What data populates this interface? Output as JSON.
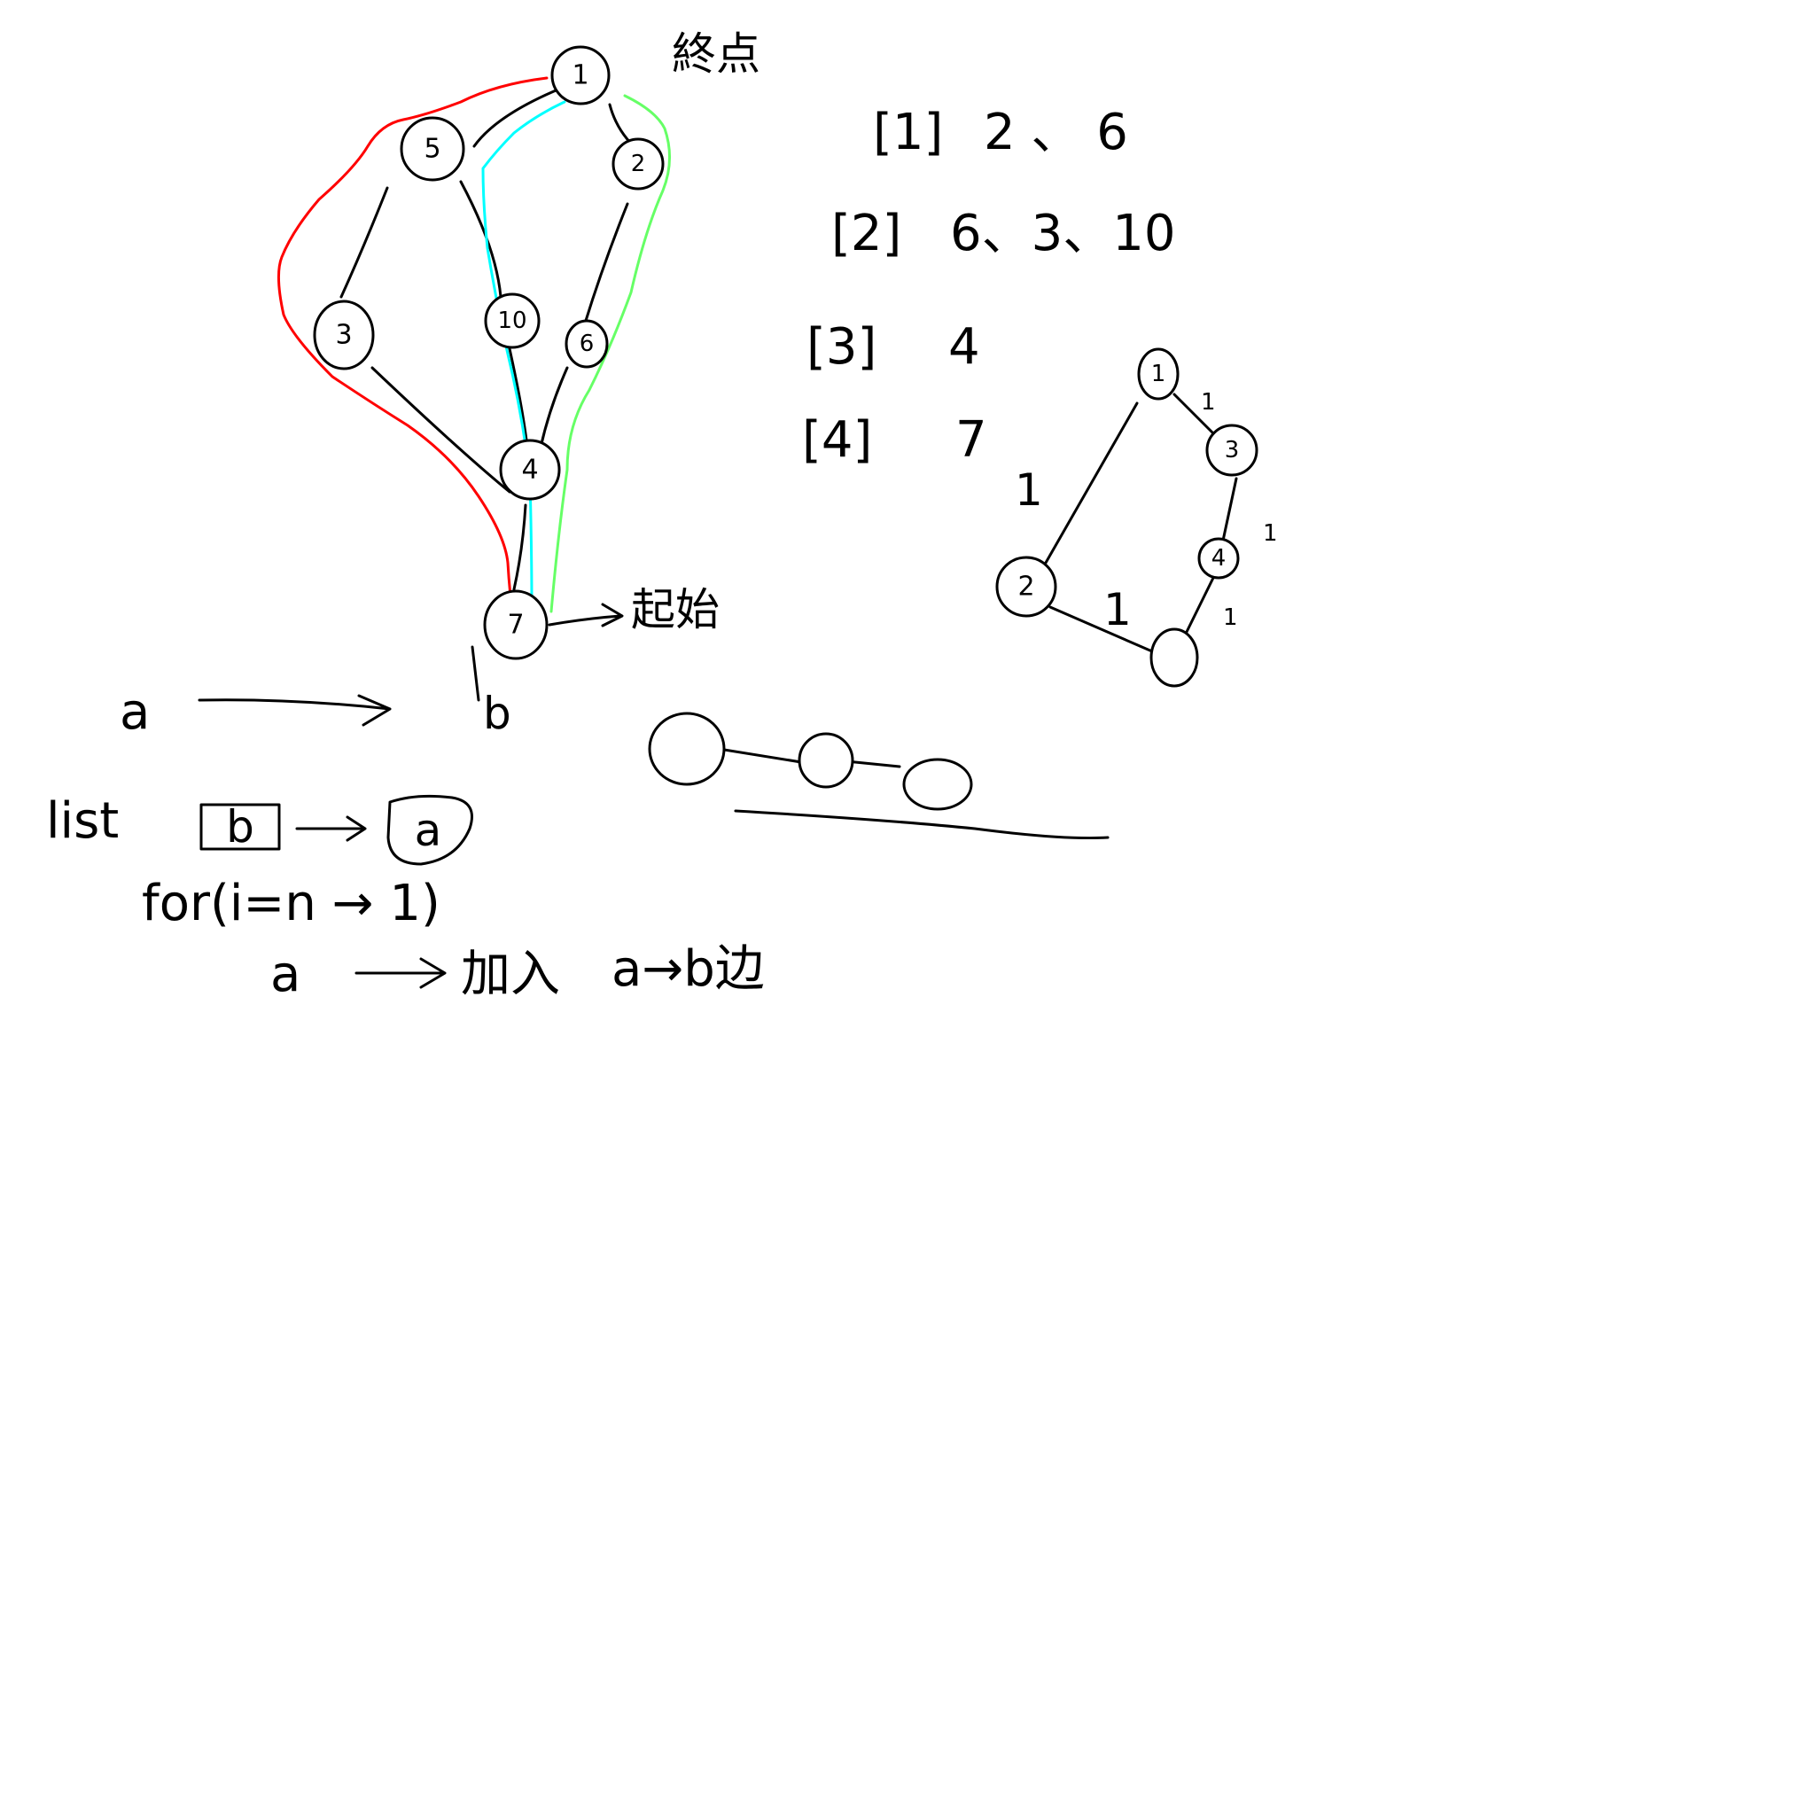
{
  "left_graph": {
    "end_label": "終点",
    "start_label": "起始",
    "nodes": [
      "1",
      "5",
      "2",
      "3",
      "10",
      "6",
      "4",
      "7"
    ],
    "path_colors": {
      "red": "#ff0000",
      "cyan": "#00ffff",
      "green": "#66ff66"
    }
  },
  "adjacency": [
    {
      "key": "[1]",
      "values": "2 、 6"
    },
    {
      "key": "[2]",
      "values": "6、3、10"
    },
    {
      "key": "[3]",
      "values": "4"
    },
    {
      "key": "[4]",
      "values": "7"
    }
  ],
  "right_graph": {
    "nodes": [
      "1",
      "3",
      "4",
      "2",
      ""
    ],
    "edge_weights": [
      "1",
      "1",
      "1",
      "1",
      "1"
    ]
  },
  "notes": {
    "a_label": "a",
    "b_label": "b",
    "list_label": "list",
    "list_index": "b",
    "list_value": "a",
    "for_line": "for(i=n → 1)",
    "add_line_a": "a",
    "add_line_text": "加入",
    "add_line_edge": "a→b边"
  }
}
